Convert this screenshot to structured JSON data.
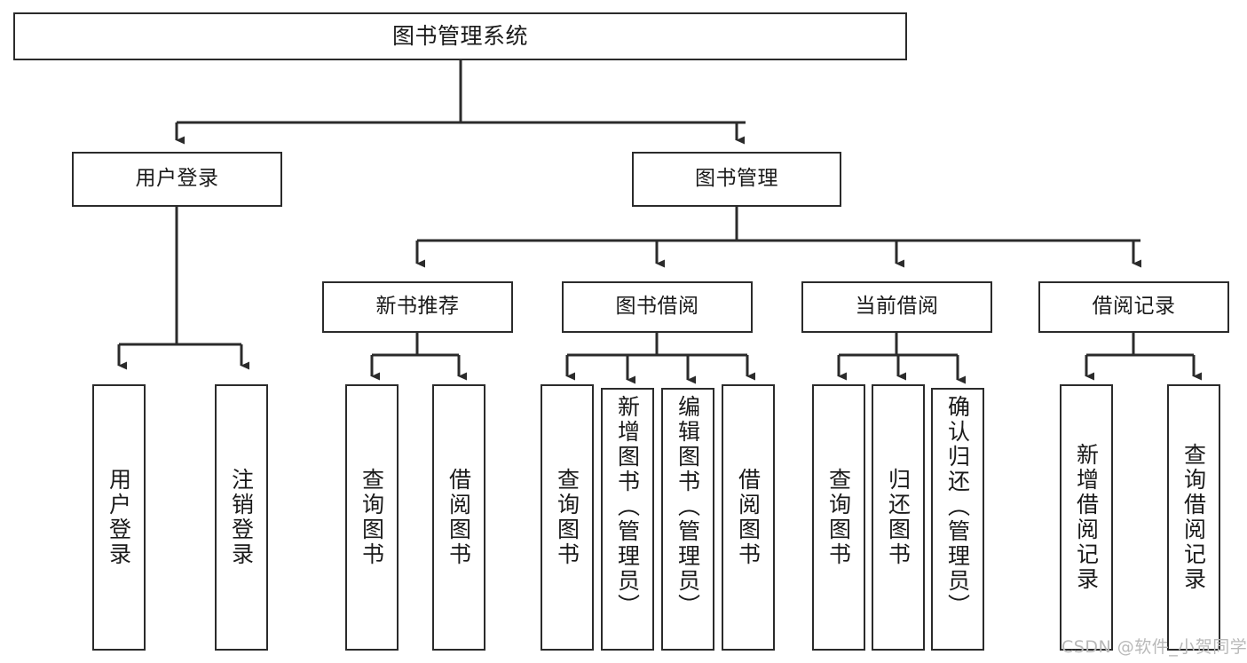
{
  "diagram": {
    "title": "图书管理系统",
    "background": "#ffffff",
    "line_color": "#2b2b2b",
    "text_color": "#1a1a1a"
  },
  "watermark": {
    "text": "CSDN @软件_小贺同学",
    "color": "#b9b9b9"
  },
  "nodes": {
    "root": {
      "label": "图书管理系统"
    },
    "level2": [
      {
        "id": "user-login",
        "label": "用户登录"
      },
      {
        "id": "book-manage",
        "label": "图书管理"
      }
    ],
    "level3": [
      {
        "id": "new-book-recommend",
        "label": "新书推荐"
      },
      {
        "id": "book-borrow",
        "label": "图书借阅"
      },
      {
        "id": "current-borrow",
        "label": "当前借阅"
      },
      {
        "id": "borrow-record",
        "label": "借阅记录"
      }
    ],
    "leaves": {
      "user_login": [
        {
          "id": "leaf-user-login",
          "label": "用户登录"
        },
        {
          "id": "leaf-logout-login",
          "label": "注销登录"
        }
      ],
      "new_book_recommend": [
        {
          "id": "leaf-query-book-1",
          "label": "查询图书"
        },
        {
          "id": "leaf-borrow-book-1",
          "label": "借阅图书"
        }
      ],
      "book_borrow": [
        {
          "id": "leaf-query-book-2",
          "label": "查询图书"
        },
        {
          "id": "leaf-add-book",
          "label": "新增图书（管理员）"
        },
        {
          "id": "leaf-edit-book",
          "label": "编辑图书（管理员）"
        },
        {
          "id": "leaf-borrow-book-2",
          "label": "借阅图书"
        }
      ],
      "current_borrow": [
        {
          "id": "leaf-query-book-3",
          "label": "查询图书"
        },
        {
          "id": "leaf-return-book",
          "label": "归还图书"
        },
        {
          "id": "leaf-confirm-return",
          "label": "确认归还（管理员）"
        }
      ],
      "borrow_record": [
        {
          "id": "leaf-add-record",
          "label": "新增借阅记录"
        },
        {
          "id": "leaf-query-record",
          "label": "查询借阅记录"
        }
      ]
    }
  }
}
